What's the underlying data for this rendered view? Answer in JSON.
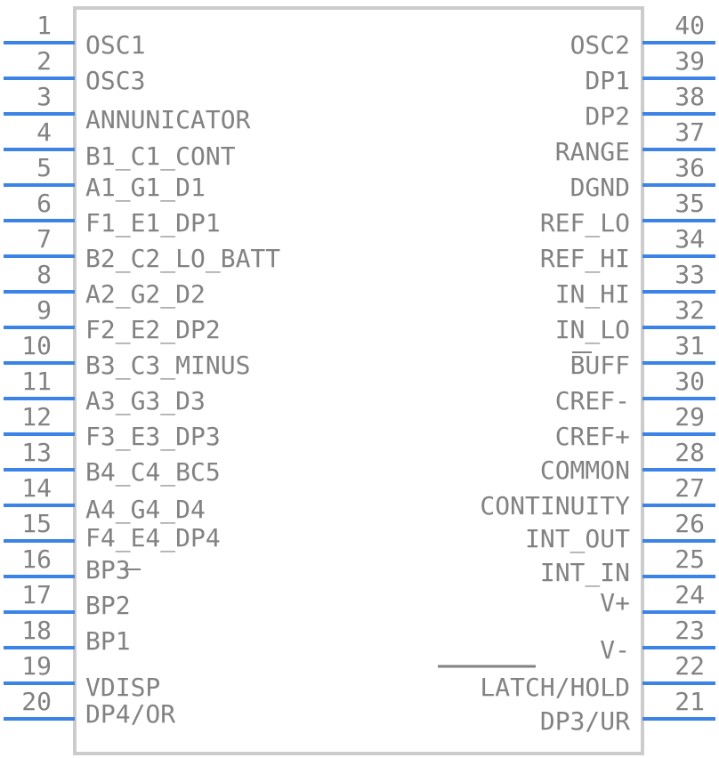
{
  "component": {
    "left_pins": [
      {
        "number": "1",
        "name": "OSC1"
      },
      {
        "number": "2",
        "name": "OSC3"
      },
      {
        "number": "3",
        "name": "ANNUNICATOR"
      },
      {
        "number": "4",
        "name": "B1_C1_CONT"
      },
      {
        "number": "5",
        "name": "A1_G1_D1"
      },
      {
        "number": "6",
        "name": "F1_E1_DP1"
      },
      {
        "number": "7",
        "name": "B2_C2_LO_BATT"
      },
      {
        "number": "8",
        "name": "A2_G2_D2"
      },
      {
        "number": "9",
        "name": "F2_E2_DP2"
      },
      {
        "number": "10",
        "name": "B3_C3_MINUS"
      },
      {
        "number": "11",
        "name": "A3_G3_D3"
      },
      {
        "number": "12",
        "name": "F3_E3_DP3"
      },
      {
        "number": "13",
        "name": "B4_C4_BC5"
      },
      {
        "number": "14",
        "name": "A4_G4_D4"
      },
      {
        "number": "15",
        "name": "F4_E4_DP4"
      },
      {
        "number": "16",
        "name": "BP3"
      },
      {
        "number": "17",
        "name": "BP2"
      },
      {
        "number": "18",
        "name": "BP1"
      },
      {
        "number": "19",
        "name": "VDISP"
      },
      {
        "number": "20",
        "name": "DP4/OR"
      }
    ],
    "right_pins": [
      {
        "number": "40",
        "name": "OSC2"
      },
      {
        "number": "39",
        "name": "DP1"
      },
      {
        "number": "38",
        "name": "DP2"
      },
      {
        "number": "37",
        "name": "RANGE"
      },
      {
        "number": "36",
        "name": "DGND"
      },
      {
        "number": "35",
        "name": "REF_LO"
      },
      {
        "number": "34",
        "name": "REF_HI"
      },
      {
        "number": "33",
        "name": "IN_HI"
      },
      {
        "number": "32",
        "name": "IN_LO"
      },
      {
        "number": "31",
        "name": "BUFF"
      },
      {
        "number": "30",
        "name": "CREF-"
      },
      {
        "number": "29",
        "name": "CREF+"
      },
      {
        "number": "28",
        "name": "COMMON"
      },
      {
        "number": "27",
        "name": "CONTINUITY"
      },
      {
        "number": "26",
        "name": "INT_OUT"
      },
      {
        "number": "25",
        "name": "INT_IN"
      },
      {
        "number": "24",
        "name": "V+"
      },
      {
        "number": "23",
        "name": "V-"
      },
      {
        "number": "22",
        "name": ""
      },
      {
        "number": "21",
        "name": "DP3/UR"
      }
    ],
    "latch_hold_label": "LATCH/HOLD",
    "pin_color": "#3b83e6",
    "text_color": "#828282",
    "body_outline_color": "#cccccc"
  }
}
